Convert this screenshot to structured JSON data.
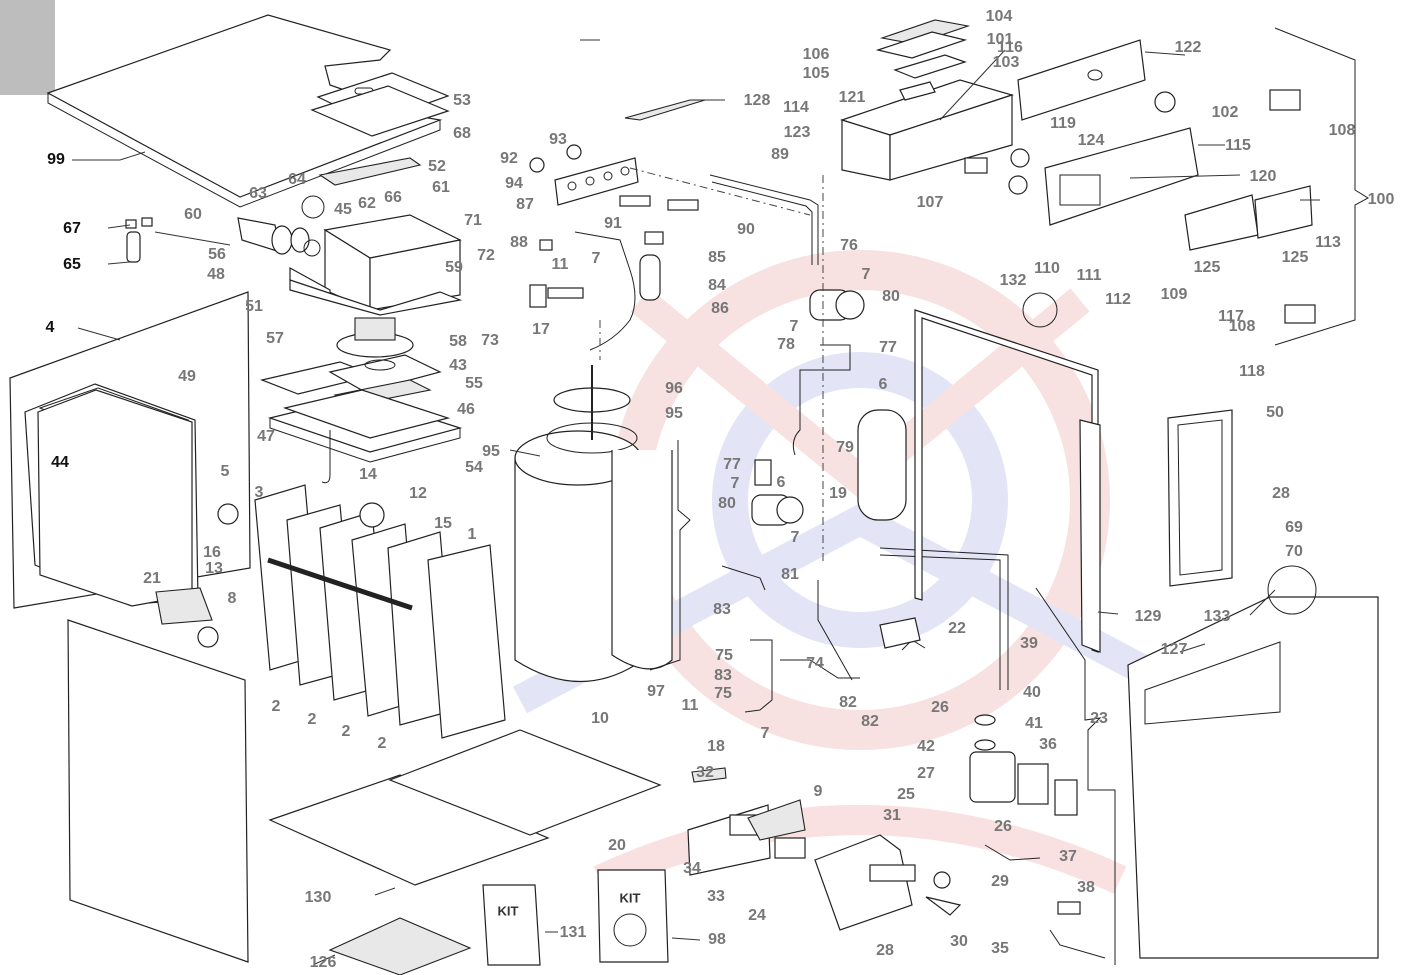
{
  "callouts": [
    {
      "id": "lbl-99",
      "text": "99",
      "dark": true
    },
    {
      "id": "lbl-53",
      "text": "53"
    },
    {
      "id": "lbl-68",
      "text": "68"
    },
    {
      "id": "lbl-64",
      "text": "64"
    },
    {
      "id": "lbl-52",
      "text": "52"
    },
    {
      "id": "lbl-63",
      "text": "63"
    },
    {
      "id": "lbl-66",
      "text": "66"
    },
    {
      "id": "lbl-61",
      "text": "61"
    },
    {
      "id": "lbl-45",
      "text": "45"
    },
    {
      "id": "lbl-62",
      "text": "62"
    },
    {
      "id": "lbl-71",
      "text": "71"
    },
    {
      "id": "lbl-60",
      "text": "60"
    },
    {
      "id": "lbl-67",
      "text": "67",
      "dark": true
    },
    {
      "id": "lbl-65",
      "text": "65",
      "dark": true
    },
    {
      "id": "lbl-56",
      "text": "56"
    },
    {
      "id": "lbl-48",
      "text": "48"
    },
    {
      "id": "lbl-59",
      "text": "59"
    },
    {
      "id": "lbl-72",
      "text": "72"
    },
    {
      "id": "lbl-51",
      "text": "51"
    },
    {
      "id": "lbl-73",
      "text": "73"
    },
    {
      "id": "lbl-4",
      "text": "4",
      "dark": true
    },
    {
      "id": "lbl-58",
      "text": "58"
    },
    {
      "id": "lbl-57",
      "text": "57"
    },
    {
      "id": "lbl-43",
      "text": "43"
    },
    {
      "id": "lbl-55",
      "text": "55"
    },
    {
      "id": "lbl-49",
      "text": "49"
    },
    {
      "id": "lbl-46",
      "text": "46"
    },
    {
      "id": "lbl-47",
      "text": "47"
    },
    {
      "id": "lbl-44",
      "text": "44",
      "dark": true
    },
    {
      "id": "lbl-14",
      "text": "14"
    },
    {
      "id": "lbl-54",
      "text": "54"
    },
    {
      "id": "lbl-5",
      "text": "5"
    },
    {
      "id": "lbl-3",
      "text": "3"
    },
    {
      "id": "lbl-12",
      "text": "12"
    },
    {
      "id": "lbl-15",
      "text": "15"
    },
    {
      "id": "lbl-1",
      "text": "1"
    },
    {
      "id": "lbl-16",
      "text": "16"
    },
    {
      "id": "lbl-13",
      "text": "13"
    },
    {
      "id": "lbl-21",
      "text": "21"
    },
    {
      "id": "lbl-8",
      "text": "8"
    },
    {
      "id": "lbl-2a",
      "text": "2"
    },
    {
      "id": "lbl-2b",
      "text": "2"
    },
    {
      "id": "lbl-2c",
      "text": "2"
    },
    {
      "id": "lbl-2d",
      "text": "2"
    },
    {
      "id": "lbl-130",
      "text": "130"
    },
    {
      "id": "lbl-126",
      "text": "126"
    },
    {
      "id": "lbl-131",
      "text": "131"
    },
    {
      "id": "lbl-98",
      "text": "98"
    },
    {
      "id": "lbl-20",
      "text": "20"
    },
    {
      "id": "lbl-93",
      "text": "93"
    },
    {
      "id": "lbl-92",
      "text": "92"
    },
    {
      "id": "lbl-94",
      "text": "94"
    },
    {
      "id": "lbl-87",
      "text": "87"
    },
    {
      "id": "lbl-91",
      "text": "91"
    },
    {
      "id": "lbl-90",
      "text": "90"
    },
    {
      "id": "lbl-88",
      "text": "88"
    },
    {
      "id": "lbl-85",
      "text": "85"
    },
    {
      "id": "lbl-11a",
      "text": "11"
    },
    {
      "id": "lbl-7a",
      "text": "7"
    },
    {
      "id": "lbl-84",
      "text": "84"
    },
    {
      "id": "lbl-86",
      "text": "86"
    },
    {
      "id": "lbl-17",
      "text": "17"
    },
    {
      "id": "lbl-128",
      "text": "128"
    },
    {
      "id": "lbl-96",
      "text": "96"
    },
    {
      "id": "lbl-95a",
      "text": "95"
    },
    {
      "id": "lbl-95b",
      "text": "95"
    },
    {
      "id": "lbl-97",
      "text": "97"
    },
    {
      "id": "lbl-10",
      "text": "10"
    },
    {
      "id": "lbl-11b",
      "text": "11"
    },
    {
      "id": "lbl-18",
      "text": "18"
    },
    {
      "id": "lbl-32",
      "text": "32"
    },
    {
      "id": "lbl-9",
      "text": "9"
    },
    {
      "id": "lbl-34",
      "text": "34"
    },
    {
      "id": "lbl-33",
      "text": "33"
    },
    {
      "id": "lbl-104",
      "text": "104"
    },
    {
      "id": "lbl-101",
      "text": "101"
    },
    {
      "id": "lbl-106",
      "text": "106"
    },
    {
      "id": "lbl-103",
      "text": "103"
    },
    {
      "id": "lbl-105",
      "text": "105"
    },
    {
      "id": "lbl-116",
      "text": "116"
    },
    {
      "id": "lbl-121",
      "text": "121"
    },
    {
      "id": "lbl-114",
      "text": "114"
    },
    {
      "id": "lbl-123",
      "text": "123"
    },
    {
      "id": "lbl-89",
      "text": "89"
    },
    {
      "id": "lbl-76",
      "text": "76"
    },
    {
      "id": "lbl-7b",
      "text": "7"
    },
    {
      "id": "lbl-80a",
      "text": "80"
    },
    {
      "id": "lbl-7c",
      "text": "7"
    },
    {
      "id": "lbl-78",
      "text": "78"
    },
    {
      "id": "lbl-77a",
      "text": "77"
    },
    {
      "id": "lbl-6a",
      "text": "6"
    },
    {
      "id": "lbl-79",
      "text": "79"
    },
    {
      "id": "lbl-19",
      "text": "19"
    },
    {
      "id": "lbl-77b",
      "text": "77"
    },
    {
      "id": "lbl-7d",
      "text": "7"
    },
    {
      "id": "lbl-6b",
      "text": "6"
    },
    {
      "id": "lbl-80b",
      "text": "80"
    },
    {
      "id": "lbl-7e",
      "text": "7"
    },
    {
      "id": "lbl-81",
      "text": "81"
    },
    {
      "id": "lbl-83a",
      "text": "83"
    },
    {
      "id": "lbl-75a",
      "text": "75"
    },
    {
      "id": "lbl-83b",
      "text": "83"
    },
    {
      "id": "lbl-74",
      "text": "74"
    },
    {
      "id": "lbl-75b",
      "text": "75"
    },
    {
      "id": "lbl-82a",
      "text": "82"
    },
    {
      "id": "lbl-82b",
      "text": "82"
    },
    {
      "id": "lbl-7f",
      "text": "7"
    },
    {
      "id": "lbl-22",
      "text": "22"
    },
    {
      "id": "lbl-39",
      "text": "39"
    },
    {
      "id": "lbl-40",
      "text": "40"
    },
    {
      "id": "lbl-26a",
      "text": "26"
    },
    {
      "id": "lbl-41",
      "text": "41"
    },
    {
      "id": "lbl-42",
      "text": "42"
    },
    {
      "id": "lbl-36",
      "text": "36"
    },
    {
      "id": "lbl-27",
      "text": "27"
    },
    {
      "id": "lbl-26b",
      "text": "26"
    },
    {
      "id": "lbl-23",
      "text": "23"
    },
    {
      "id": "lbl-25",
      "text": "25"
    },
    {
      "id": "lbl-31",
      "text": "31"
    },
    {
      "id": "lbl-37",
      "text": "37"
    },
    {
      "id": "lbl-29",
      "text": "29"
    },
    {
      "id": "lbl-24",
      "text": "24"
    },
    {
      "id": "lbl-28a",
      "text": "28"
    },
    {
      "id": "lbl-30",
      "text": "30"
    },
    {
      "id": "lbl-38",
      "text": "38"
    },
    {
      "id": "lbl-35",
      "text": "35"
    },
    {
      "id": "lbl-122",
      "text": "122"
    },
    {
      "id": "lbl-102",
      "text": "102"
    },
    {
      "id": "lbl-108a",
      "text": "108"
    },
    {
      "id": "lbl-119",
      "text": "119"
    },
    {
      "id": "lbl-124",
      "text": "124"
    },
    {
      "id": "lbl-115",
      "text": "115"
    },
    {
      "id": "lbl-107",
      "text": "107"
    },
    {
      "id": "lbl-120",
      "text": "120"
    },
    {
      "id": "lbl-100",
      "text": "100"
    },
    {
      "id": "lbl-113",
      "text": "113"
    },
    {
      "id": "lbl-125a",
      "text": "125"
    },
    {
      "id": "lbl-125b",
      "text": "125"
    },
    {
      "id": "lbl-110",
      "text": "110"
    },
    {
      "id": "lbl-111",
      "text": "111"
    },
    {
      "id": "lbl-112",
      "text": "112"
    },
    {
      "id": "lbl-109",
      "text": "109"
    },
    {
      "id": "lbl-117",
      "text": "117"
    },
    {
      "id": "lbl-108b",
      "text": "108"
    },
    {
      "id": "lbl-118",
      "text": "118"
    },
    {
      "id": "lbl-132",
      "text": "132"
    },
    {
      "id": "lbl-50",
      "text": "50"
    },
    {
      "id": "lbl-28b",
      "text": "28"
    },
    {
      "id": "lbl-69",
      "text": "69"
    },
    {
      "id": "lbl-70",
      "text": "70"
    },
    {
      "id": "lbl-129",
      "text": "129"
    },
    {
      "id": "lbl-133",
      "text": "133"
    },
    {
      "id": "lbl-127",
      "text": "127"
    }
  ],
  "kit_labels": {
    "kit_a": "KIT",
    "kit_b": "KIT"
  },
  "colors": {
    "line": "#222222",
    "label_grey": "#777777",
    "label_dark": "#111111",
    "watermark_red": "#f3c4c4",
    "watermark_blue": "#c9cdf0",
    "corner_tab": "#bdbdbd"
  }
}
